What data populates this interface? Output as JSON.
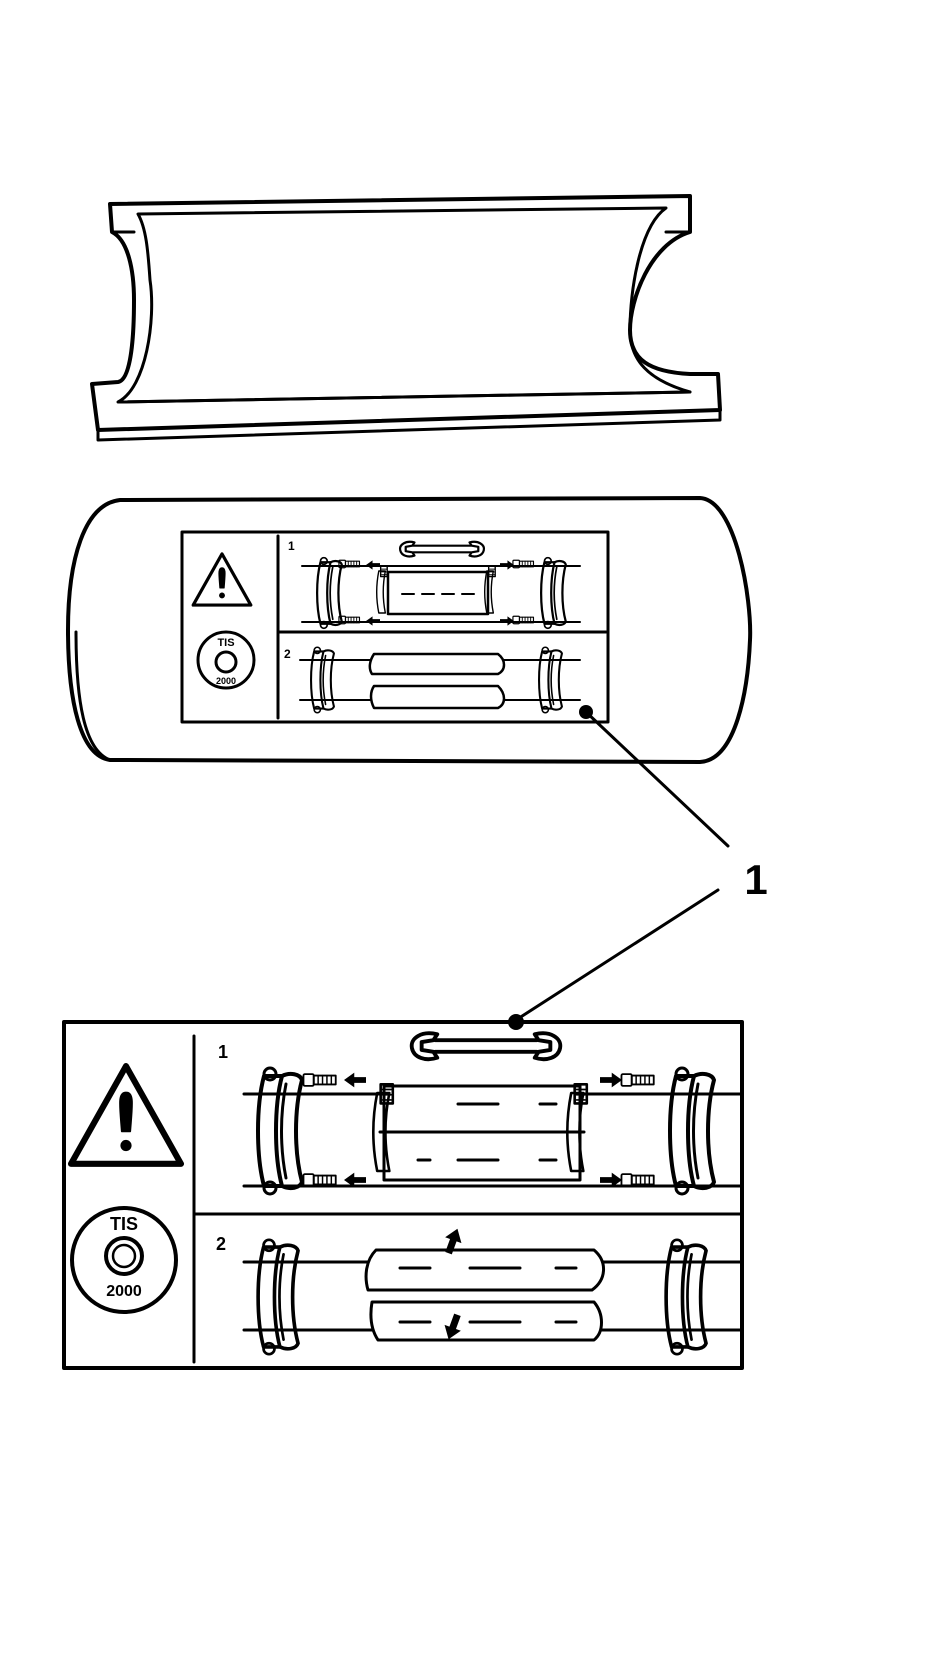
{
  "callout": {
    "number": "1"
  },
  "label": {
    "step1": "1",
    "step2": "2",
    "tis_top": "TIS",
    "tis_bottom": "2000"
  },
  "icons": {
    "warning": "warning-triangle-icon",
    "tis_badge": "tis-2000-badge-icon",
    "wrench": "wrench-icon",
    "arrow": "arrow-icon"
  },
  "colors": {
    "ink": "#000000",
    "paper": "#ffffff"
  }
}
